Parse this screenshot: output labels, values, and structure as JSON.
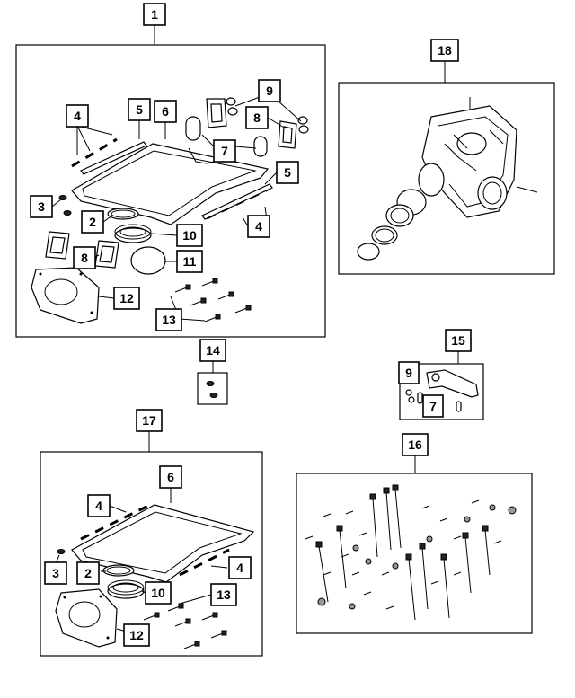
{
  "callouts": {
    "c1": "1",
    "c2": "2",
    "c3": "3",
    "c4": "4",
    "c5": "5",
    "c6": "6",
    "c7": "7",
    "c8": "8",
    "c9": "9",
    "c10": "10",
    "c11": "11",
    "c12": "12",
    "c13": "13",
    "c14": "14",
    "c15": "15",
    "c16": "16",
    "c17": "17",
    "c18": "18"
  },
  "colors": {
    "line": "#000000",
    "background": "#ffffff",
    "fill_dark": "#222222"
  }
}
